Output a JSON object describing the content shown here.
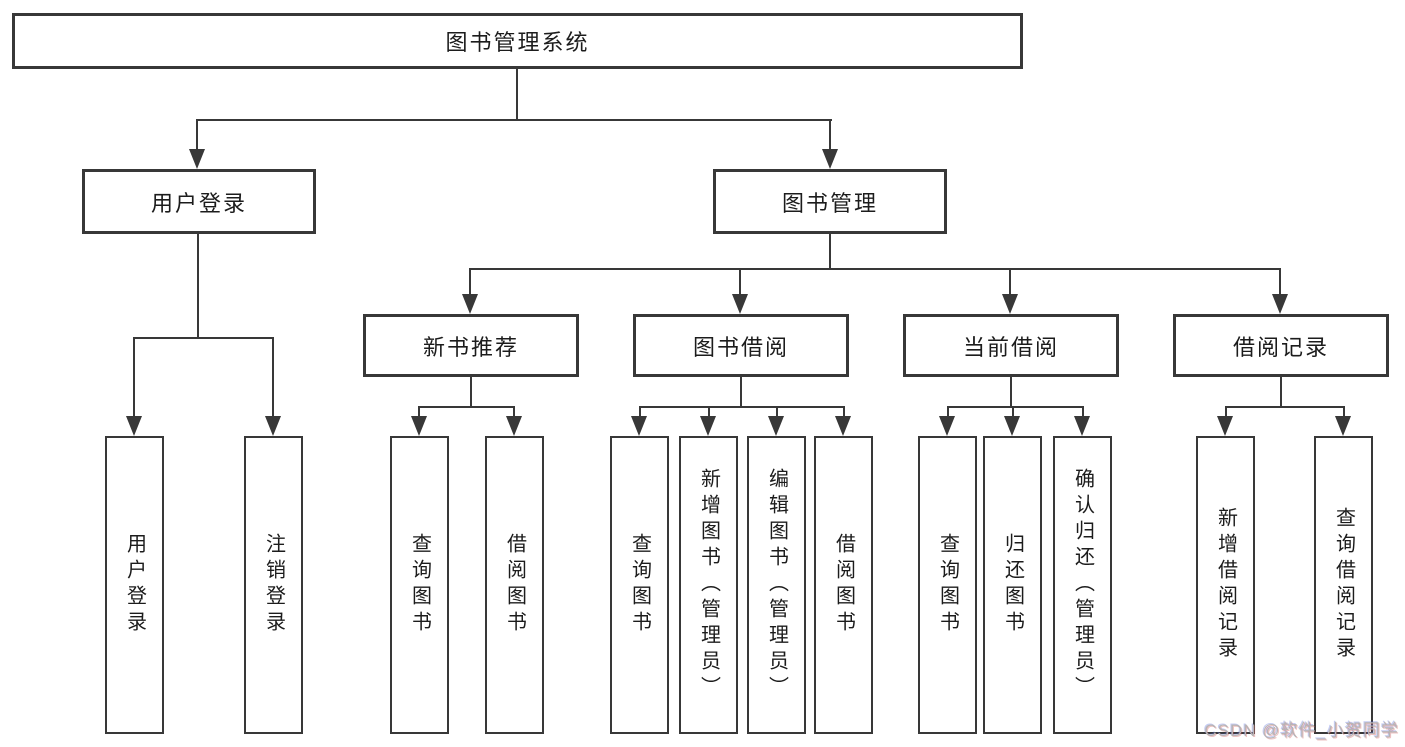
{
  "diagram": {
    "root": {
      "label": "图书管理系统"
    },
    "branches": {
      "user_login": {
        "label": "用户登录"
      },
      "book_management": {
        "label": "图书管理"
      }
    },
    "modules": {
      "new_book_recommend": {
        "label": "新书推荐"
      },
      "book_borrowing": {
        "label": "图书借阅"
      },
      "current_borrowing": {
        "label": "当前借阅"
      },
      "borrowing_records": {
        "label": "借阅记录"
      }
    },
    "leaves": {
      "user_login": {
        "label": "用户登录"
      },
      "logout": {
        "label": "注销登录"
      },
      "query_books_recommend": {
        "label": "查询图书"
      },
      "borrow_books_recommend": {
        "label": "借阅图书"
      },
      "query_books_borrowing": {
        "label": "查询图书"
      },
      "add_books_admin": {
        "label": "新增图书（管理员）"
      },
      "edit_books_admin": {
        "label": "编辑图书（管理员）"
      },
      "borrow_books": {
        "label": "借阅图书"
      },
      "query_books_current": {
        "label": "查询图书"
      },
      "return_books": {
        "label": "归还图书"
      },
      "confirm_return_admin": {
        "label": "确认归还（管理员）"
      },
      "add_borrow_record": {
        "label": "新增借阅记录"
      },
      "query_borrow_record": {
        "label": "查询借阅记录"
      }
    }
  },
  "watermark": {
    "text": "CSDN @软件_小贺同学"
  },
  "colors": {
    "line": "#383838",
    "text": "#1c1c1c",
    "background": "#ffffff",
    "watermark": "#b8b4b4"
  }
}
